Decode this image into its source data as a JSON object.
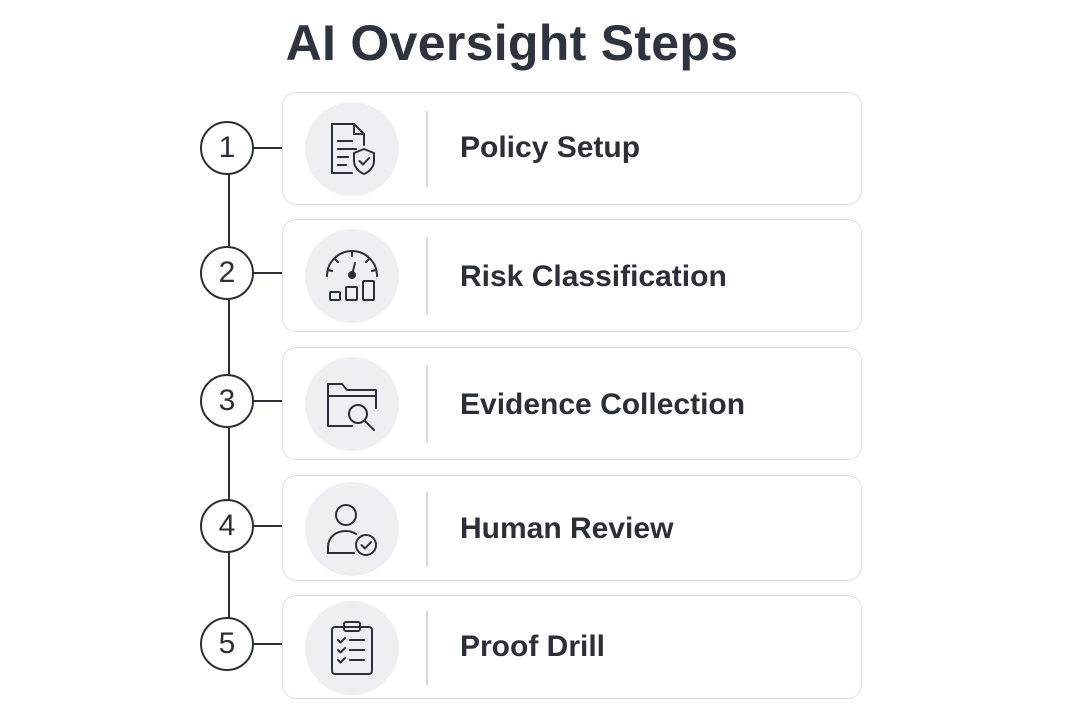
{
  "title": "AI Oversight Steps",
  "steps": [
    {
      "number": "1",
      "label": "Policy Setup",
      "icon": "document-shield-icon"
    },
    {
      "number": "2",
      "label": "Risk Classification",
      "icon": "gauge-bars-icon"
    },
    {
      "number": "3",
      "label": "Evidence Collection",
      "icon": "folder-magnifier-icon"
    },
    {
      "number": "4",
      "label": "Human Review",
      "icon": "person-check-icon"
    },
    {
      "number": "5",
      "label": "Proof Drill",
      "icon": "clipboard-checklist-icon"
    }
  ]
}
